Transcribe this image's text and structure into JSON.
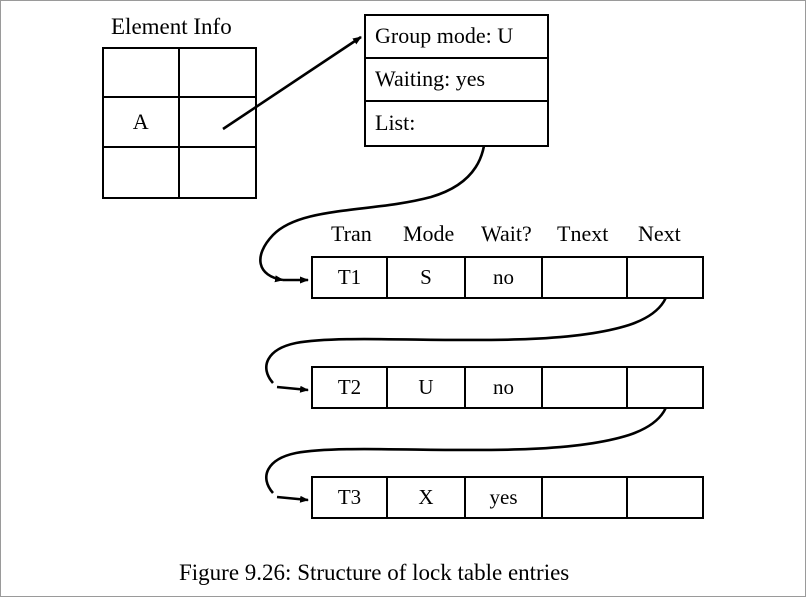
{
  "figure": {
    "caption": "Figure 9.26:  Structure of lock table entries",
    "element_info_title": "Element Info",
    "element_info_cells": [
      "",
      "",
      "A",
      "",
      "",
      ""
    ],
    "group_box": {
      "group_mode": "Group mode: U",
      "waiting": "Waiting: yes",
      "list": "List:"
    },
    "table": {
      "headers": [
        "Tran",
        "Mode",
        "Wait?",
        "Tnext",
        "Next"
      ],
      "rows": [
        {
          "tran": "T1",
          "mode": "S",
          "wait": "no",
          "tnext": "",
          "next": ""
        },
        {
          "tran": "T2",
          "mode": "U",
          "wait": "no",
          "tnext": "",
          "next": ""
        },
        {
          "tran": "T3",
          "mode": "X",
          "wait": "yes",
          "tnext": "",
          "next": ""
        }
      ]
    },
    "colors": {
      "ink": "#000000",
      "page": "#ffffff",
      "frame": "#9a9a9a"
    }
  }
}
